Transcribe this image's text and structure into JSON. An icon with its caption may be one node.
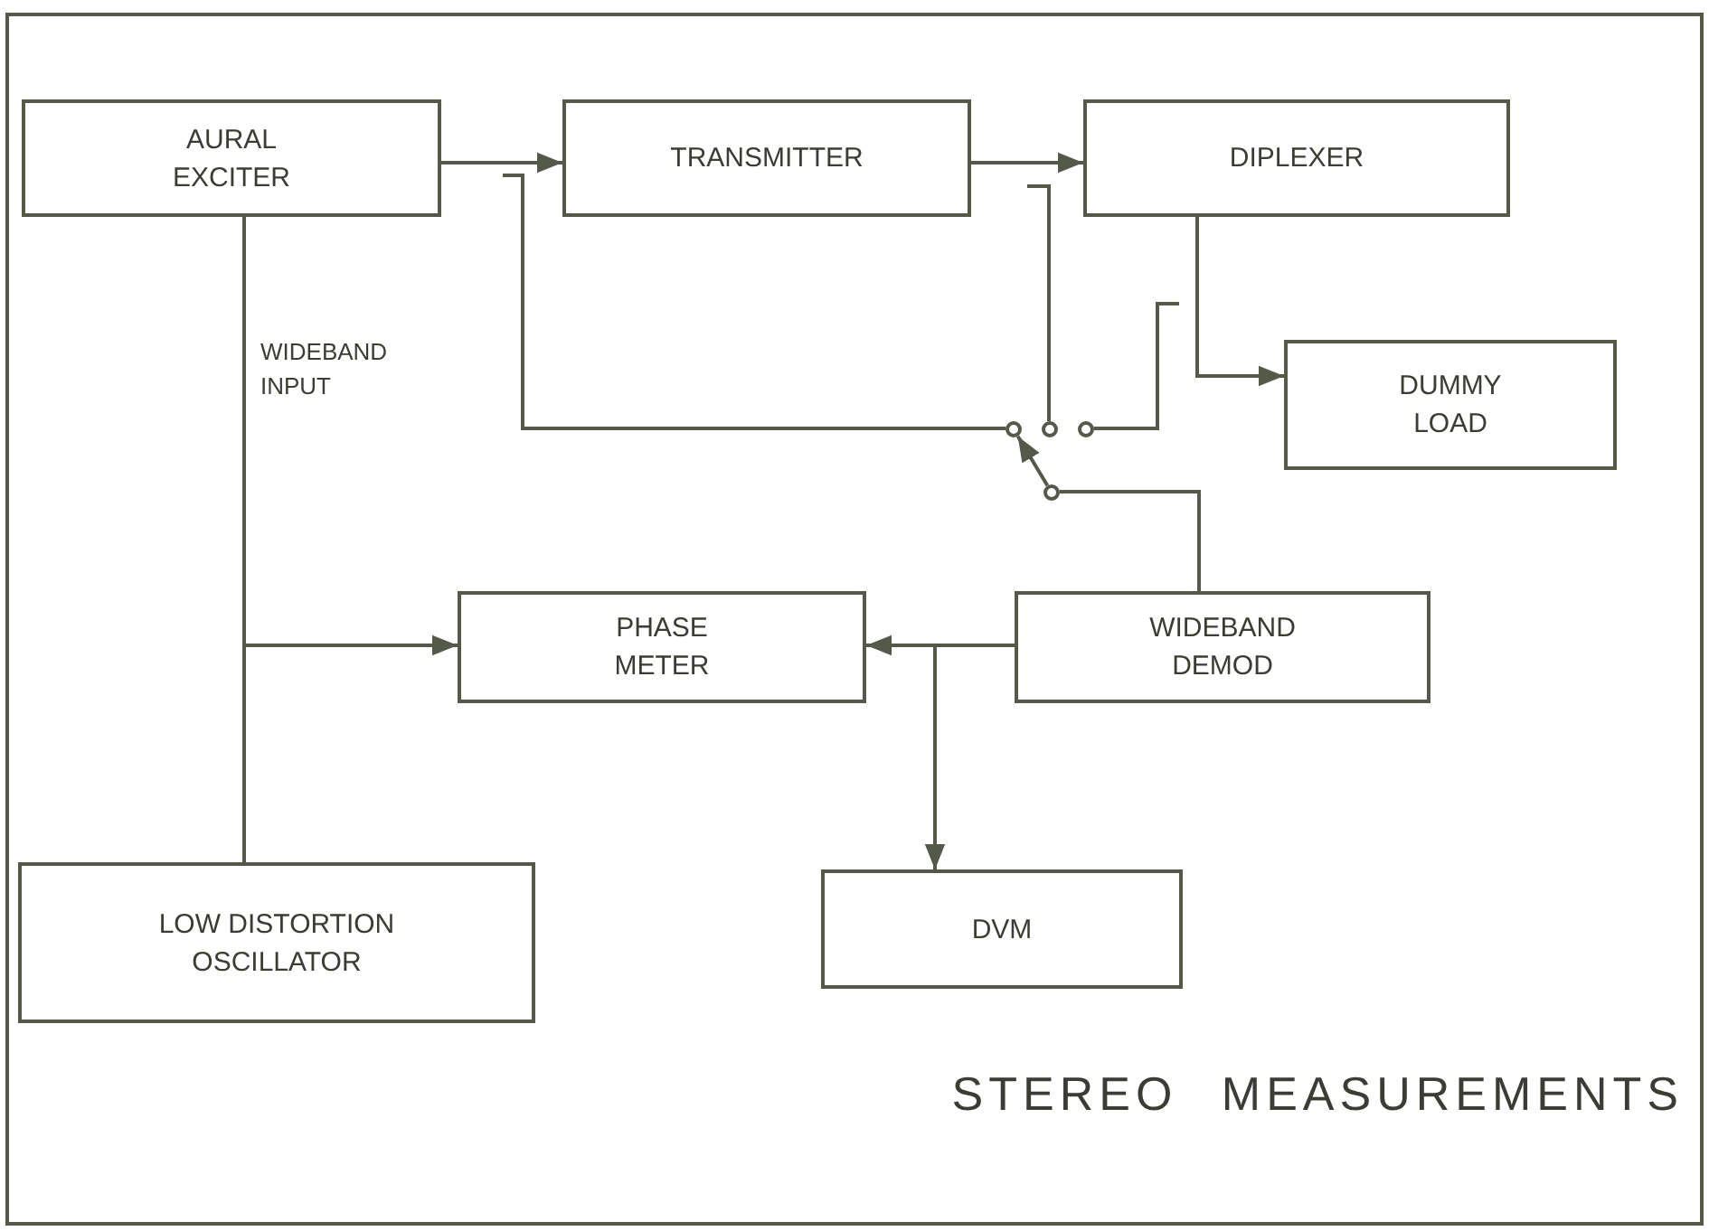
{
  "diagram": {
    "title": "STEREO MEASUREMENTS",
    "nodes": [
      {
        "text": [
          "AURAL EXCITER"
        ]
      },
      {
        "text": [
          "TRANSMITTER"
        ]
      },
      {
        "text": [
          "DIPLEXER"
        ]
      },
      {
        "text": [
          "DUMMY LOAD"
        ]
      },
      {
        "text": [
          "PHASE METER"
        ]
      },
      {
        "text": [
          "WIDEBAND DEMOD"
        ]
      },
      {
        "text": [
          "DVM"
        ]
      },
      {
        "text": [
          "LOW DISTORTION OSCILLATOR"
        ]
      },
      {
        "text": [],
        "shape": "circle"
      },
      {
        "text": [],
        "shape": "circle"
      },
      {
        "text": [],
        "shape": "circle"
      },
      {
        "text": [],
        "shape": "circle"
      }
    ],
    "edges": [
      {
        "from": 0,
        "to": 1,
        "arrow": "to"
      },
      {
        "from": 1,
        "to": 2,
        "arrow": "to"
      },
      {
        "from": 2,
        "to": 3,
        "arrow": "to"
      },
      {
        "from": 7,
        "to": 0,
        "arrow": "none",
        "label": "WIDEBAND INPUT"
      },
      {
        "from": 7,
        "to": 4,
        "arrow": "to"
      },
      {
        "from": 5,
        "to": 4,
        "arrow": "to"
      },
      {
        "from": 5,
        "to": 6,
        "arrow": "to"
      },
      {
        "from": null,
        "to": 8,
        "arrow": "none"
      },
      {
        "from": null,
        "to": 9,
        "arrow": "none"
      },
      {
        "from": null,
        "to": 10,
        "arrow": "none"
      },
      {
        "from": 11,
        "to": 8,
        "arrow": "to"
      },
      {
        "from": 11,
        "to": 5,
        "arrow": "none"
      }
    ]
  }
}
